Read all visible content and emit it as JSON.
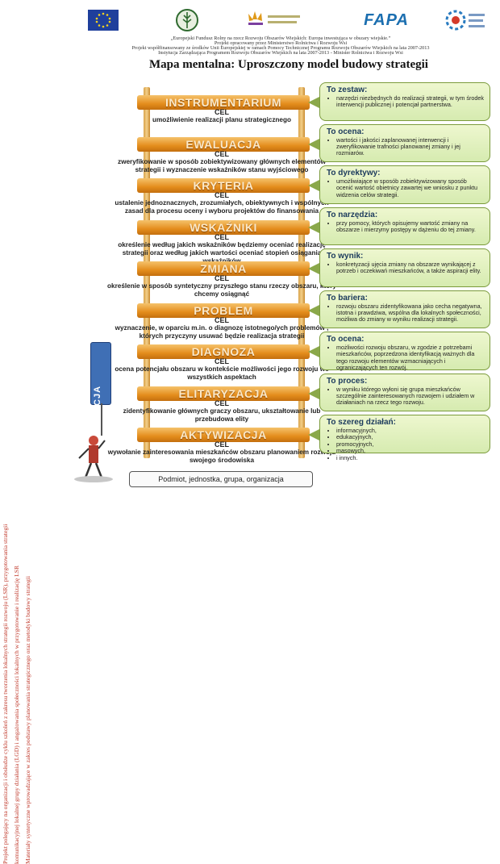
{
  "side_text": [
    "Projekt polegający na organizacji i obsłudze cyklu szkoleń z zakresu tworzenia lokalnych strategii rozwoju (LSR), przygotowania strategii",
    "komunikacyjnej lokalnej grupy działania (LGD) i angażowania społeczności lokalnych w przygotowanie i realizację LSR",
    "Materiały syntetyczne wprowadzające w zakres podstawy planowania strategicznego oraz metodyki budowy strategii"
  ],
  "header": {
    "fapa_logo": "FAPA",
    "lines": [
      "„Europejski Fundusz Rolny na rzecz Rozwoju Obszarów Wiejskich: Europa inwestująca w obszary wiejskie.”",
      "Projekt opracowany przez Ministerstwo Rolnictwa i Rozwoju Wsi",
      "Projekt współfinansowany ze środków Unii Europejskiej w ramach Pomocy Technicznej Programu Rozwoju Obszarów Wiejskich na lata 2007-2013",
      "Instytucja Zarządzająca Programem Rozwoju Obszarów Wiejskich na lata 2007-2013 - Minister Rolnictwa i Rozwoju Wsi"
    ]
  },
  "title": "Mapa mentalna: Uproszczony model budowy strategii",
  "cel_label": "CEL",
  "steps": [
    {
      "label": "INSTRUMENTARIUM",
      "cel": "umożliwienie realizacji planu strategicznego",
      "box_title": "To zestaw:",
      "box_items": [
        "narzędzi niezbędnych do realizacji strategii, w tym środek interwencji publicznej i potencjał partnerstwa."
      ]
    },
    {
      "label": "EWALUACJA",
      "cel": "zweryfikowanie w sposób zobiektywizowany głównych elementów strategii i wyznaczenie wskaźników stanu wyjściowego",
      "box_title": "To ocena:",
      "box_items": [
        "wartości i jakości zaplanowanej interwencji i zweryfikowanie trafności planowanej zmiany i jej rozmiarów."
      ]
    },
    {
      "label": "KRYTERIA",
      "cel": "ustalenie jednoznacznych, zrozumiałych, obiektywnych i wspólnych zasad dla procesu oceny i wyboru projektów do finansowania",
      "box_title": "To dyrektywy:",
      "box_items": [
        "umożliwiające w sposób zobiektywizowany sposób ocenić wartość obietnicy zawartej we wniosku z punktu widzenia celów strategii."
      ]
    },
    {
      "label": "WSKAŹNIKI",
      "cel": "określenie według jakich wskaźników będziemy oceniać realizację strategii oraz według jakich wartości oceniać stopień osiągania wskaźników",
      "box_title": "To narzędzia:",
      "box_items": [
        "przy pomocy, których opisujemy wartość zmiany na obszarze i mierzymy postępy w dążeniu do tej zmiany."
      ]
    },
    {
      "label": "ZMIANA",
      "cel": "określenie w sposób syntetyczny przyszłego stanu rzeczy obszaru, który chcemy osiągnąć",
      "box_title": "To wynik:",
      "box_items": [
        "konkretyzacji ujęcia zmiany na obszarze wynikającej z potrzeb i oczekiwań mieszkańców, a także aspiracji elity."
      ]
    },
    {
      "label": "PROBLEM",
      "cel": "wyznaczenie, w oparciu m.in. o diagnozę istotnego/ych problemów , których przyczyny usuwać będzie realizacja strategii",
      "box_title": "To bariera:",
      "box_items": [
        "rozwoju obszaru zidentyfikowana jako cecha negatywna, istotna i prawdziwa, wspólna dla lokalnych społeczności, możliwa do zmiany w wyniku realizacji strategii."
      ]
    },
    {
      "label": "DIAGNOZA",
      "cel": "ocena potencjału obszaru w kontekście możliwości jego rozwoju we wszystkich aspektach",
      "box_title": "To ocena:",
      "box_items": [
        "możliwości rozwoju obszaru, w zgodzie z potrzebami mieszkańców, poprzedzona identyfikacją ważnych dla tego rozwoju elementów wzmacniających i ograniczających ten rozwój."
      ]
    },
    {
      "label": "ELITARYZACJA",
      "cel": "zidentyfikowanie głównych graczy obszaru, ukształtowanie lub przebudowa elity",
      "box_title": "To proces:",
      "box_items": [
        "w wyniku którego wyłoni się grupa mieszkańców szczególnie zainteresowanych rozwojem i udziałem w działaniach na rzecz tego rozwoju."
      ]
    },
    {
      "label": "AKTYWIZACJA",
      "cel": "wywołanie zainteresowania mieszkańców obszaru planowaniem rozwoju swojego środowiska",
      "box_title": "To szereg działań:",
      "box_items": [
        "informacyjnych,",
        "edukacyjnych,",
        "promocyjnych,",
        "masowych,",
        "i innych."
      ]
    }
  ],
  "inicjacja": "INICJACJA",
  "bottom_label": "Podmiot, jednostka, grupa, organizacja",
  "colors": {
    "rung": "#e48d1c",
    "box_fill": "#d6ebb0",
    "box_border": "#7b9b3c",
    "title_blue": "#1b3a5c",
    "side_red": "#c0392b"
  }
}
